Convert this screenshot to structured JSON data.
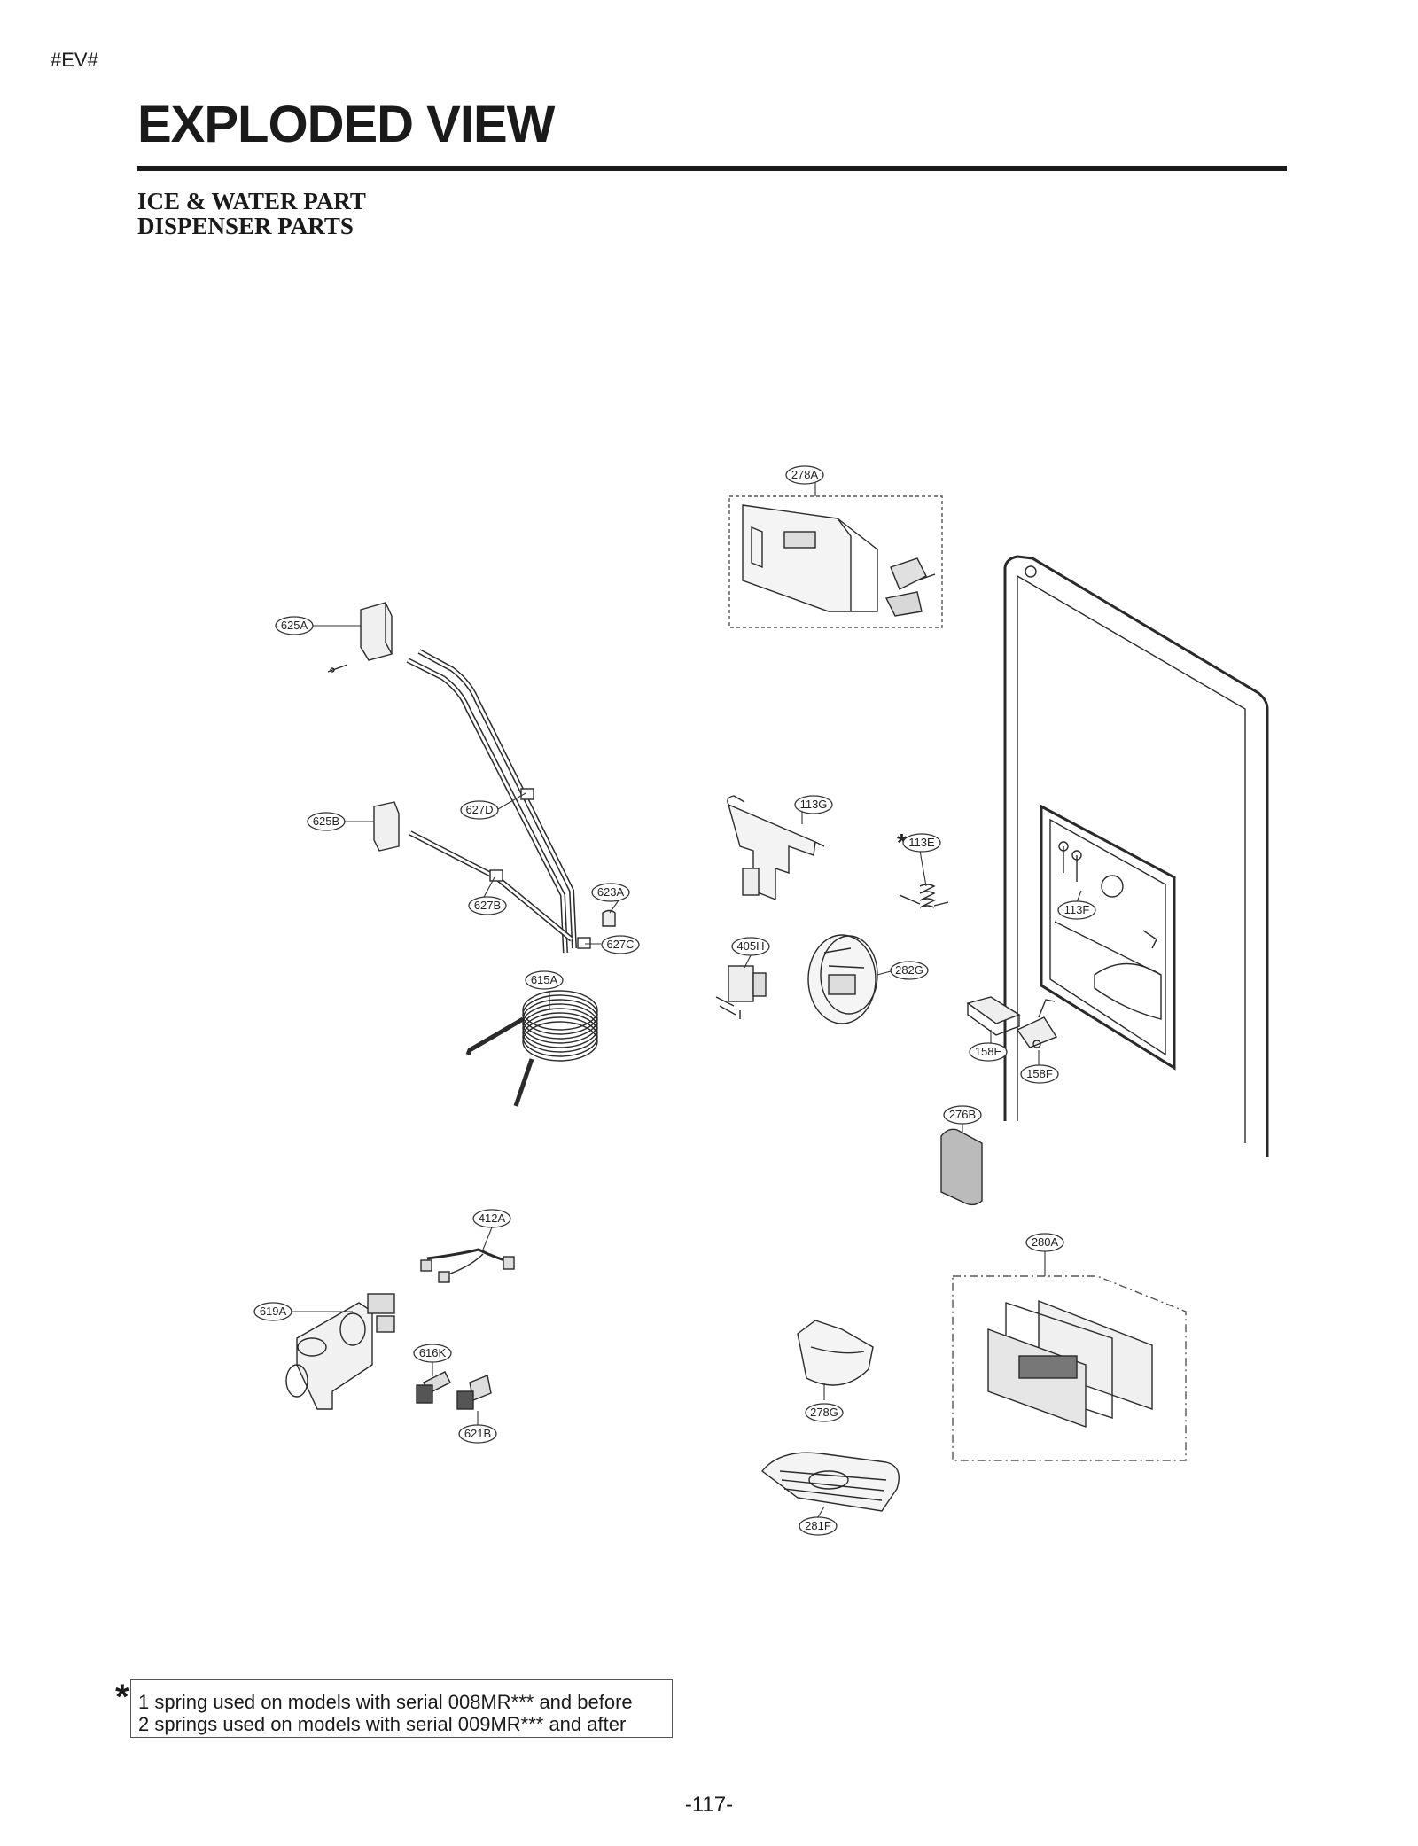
{
  "header": {
    "tag": "#EV#",
    "title": "EXPLODED VIEW",
    "subtitle_1": "ICE & WATER PART",
    "subtitle_2": "DISPENSER PARTS"
  },
  "parts": {
    "p278A": "278A",
    "p625A": "625A",
    "p625B": "625B",
    "p627D": "627D",
    "p627B": "627B",
    "p623A": "623A",
    "p627C": "627C",
    "p615A": "615A",
    "p113G": "113G",
    "p113E": "113E",
    "p113F": "113F",
    "p405H": "405H",
    "p282G": "282G",
    "p158E": "158E",
    "p158F": "158F",
    "p276B": "276B",
    "p280A": "280A",
    "p412A": "412A",
    "p619A": "619A",
    "p616K": "616K",
    "p621B": "621B",
    "p278G": "278G",
    "p281F": "281F"
  },
  "asterisk": "*",
  "note": {
    "marker": "*",
    "line1": "1 spring used on models with serial 008MR*** and before",
    "line2": "2 springs used on models with serial 009MR*** and after"
  },
  "page_number": "-117-"
}
